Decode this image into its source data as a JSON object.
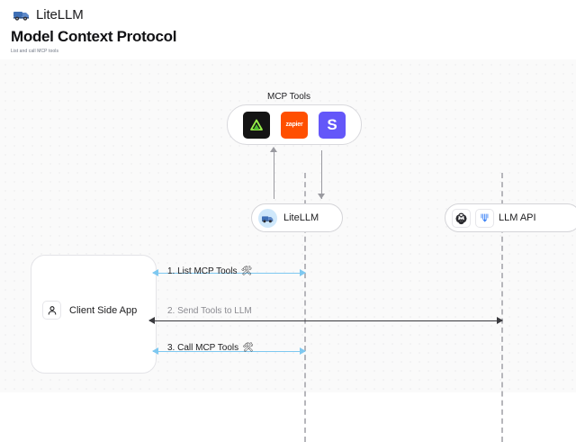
{
  "header": {
    "brand_name": "LiteLLM",
    "brand_logo_icon": "truck-logo-icon",
    "title": "Model Context Protocol",
    "subtitle": "List and call MCP tools"
  },
  "diagram": {
    "type": "sequence-diagram",
    "mcp_group": {
      "label": "MCP Tools",
      "tools": [
        {
          "name": "linear",
          "icon": "linear-triangle-icon",
          "glyph": "",
          "bg_color": "#141414",
          "fg_color": "#77e352"
        },
        {
          "name": "zapier",
          "icon": "zapier-wordmark-icon",
          "glyph": "zapier",
          "bg_color": "#ff4f00",
          "fg_color": "#ffffff"
        },
        {
          "name": "slack",
          "icon": "slack-s-icon",
          "glyph": "S",
          "bg_color": "#6457f9",
          "fg_color": "#ffffff"
        }
      ]
    },
    "nodes": [
      {
        "id": "litellm",
        "label": "LiteLLM",
        "icons": [
          "litellm-truck-icon"
        ]
      },
      {
        "id": "llm_api",
        "label": "LLM API",
        "icons": [
          "openai-logo-icon",
          "anthropic-logo-icon"
        ]
      },
      {
        "id": "client",
        "label": "Client Side App",
        "icons": [
          "user-person-icon"
        ]
      }
    ],
    "flows": [
      {
        "id": "flow-1",
        "label": "1. List MCP Tools",
        "emoji": "🛠",
        "color": "#7ec8f0",
        "direction": "bidirectional",
        "from": "client",
        "to": "litellm"
      },
      {
        "id": "flow-2",
        "label": "2. Send Tools to LLM",
        "emoji": "",
        "color": "#3a3a3e",
        "direction": "bidirectional",
        "from": "client",
        "to": "llm_api"
      },
      {
        "id": "flow-3",
        "label": "3. Call MCP Tools",
        "emoji": "🛠",
        "color": "#7ec8f0",
        "direction": "bidirectional",
        "from": "client",
        "to": "litellm"
      }
    ],
    "vertical_flows": [
      {
        "id": "tools-up",
        "direction": "up",
        "from": "litellm",
        "to": "mcp_tools",
        "color": "#9a9aa0"
      },
      {
        "id": "tools-down",
        "direction": "down",
        "from": "mcp_tools",
        "to": "litellm",
        "color": "#9a9aa0"
      }
    ]
  }
}
